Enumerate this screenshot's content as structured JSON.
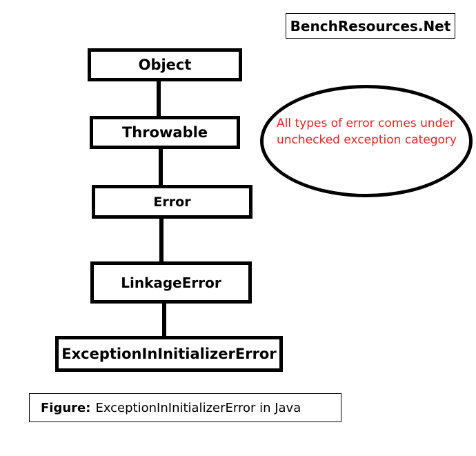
{
  "watermark": {
    "label": "BenchResources.Net"
  },
  "diagram": {
    "type": "class-hierarchy",
    "nodes": [
      {
        "id": "object",
        "label": "Object"
      },
      {
        "id": "throwable",
        "label": "Throwable"
      },
      {
        "id": "error",
        "label": "Error"
      },
      {
        "id": "linkage",
        "label": "LinkageError"
      },
      {
        "id": "eiie",
        "label": "ExceptionInInitializerError"
      }
    ],
    "edges": [
      {
        "from": "object",
        "to": "throwable"
      },
      {
        "from": "throwable",
        "to": "error"
      },
      {
        "from": "error",
        "to": "linkage"
      },
      {
        "from": "linkage",
        "to": "eiie"
      }
    ]
  },
  "callout": {
    "text": "All types of error comes under unchecked exception category",
    "color": "#ee2222"
  },
  "caption": {
    "label": "Figure:",
    "text": "ExceptionInInitializerError in Java"
  },
  "colors": {
    "stroke": "#000000",
    "background": "#ffffff",
    "accent_red": "#ee2222"
  }
}
